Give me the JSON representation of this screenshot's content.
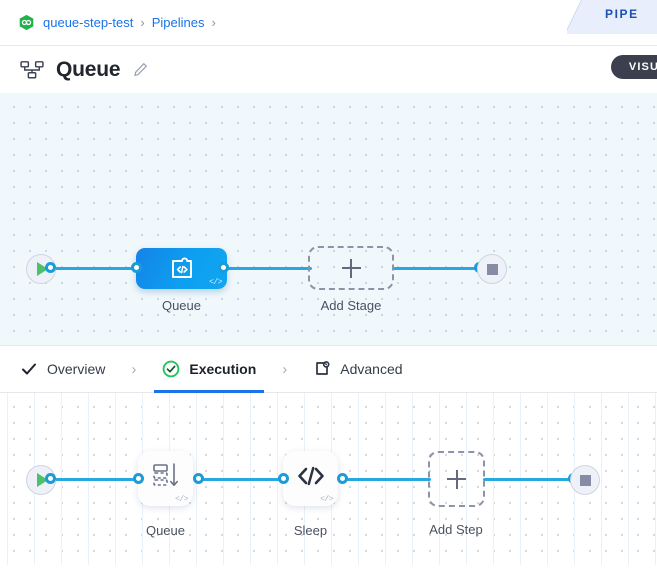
{
  "ribbon": {
    "label": "PIPE"
  },
  "breadcrumb": {
    "project_icon": "project-hexagon-icon",
    "items": [
      {
        "label": "queue-step-test"
      },
      {
        "label": "Pipelines"
      }
    ],
    "separator": "›"
  },
  "header": {
    "icon": "pipeline-hierarchy-icon",
    "title": "Queue",
    "edit_icon": "pencil-edit-icon",
    "visual_badge": "VISU"
  },
  "stage_canvas": {
    "start_node": {
      "icon": "play-icon"
    },
    "end_node": {
      "icon": "stop-icon"
    },
    "nodes": [
      {
        "label": "Queue",
        "icon": "code-puzzle-icon",
        "badge": "</>",
        "selected": true
      },
      {
        "label": "Add Stage",
        "icon": "plus-icon",
        "add": true
      }
    ]
  },
  "tabs": {
    "items": [
      {
        "label": "Overview",
        "icon": "check-icon",
        "active": false
      },
      {
        "label": "Execution",
        "icon": "check-circle-icon",
        "active": true
      },
      {
        "label": "Advanced",
        "icon": "advanced-gear-icon",
        "active": false
      }
    ],
    "separator": "›"
  },
  "step_canvas": {
    "start_node": {
      "icon": "play-icon"
    },
    "end_node": {
      "icon": "stop-icon"
    },
    "nodes": [
      {
        "label": "Queue",
        "icon": "queue-icon",
        "badge": "</>"
      },
      {
        "label": "Sleep",
        "icon": "code-icon",
        "badge": "</>"
      },
      {
        "label": "Add Step",
        "icon": "plus-icon",
        "add": true
      }
    ]
  },
  "colors": {
    "accent_blue": "#1a73e8",
    "edge_blue": "#29a8e0",
    "node_blue": "#0e9ff0",
    "success_green": "#22c55e",
    "badge_dark": "#3c3f4e"
  }
}
